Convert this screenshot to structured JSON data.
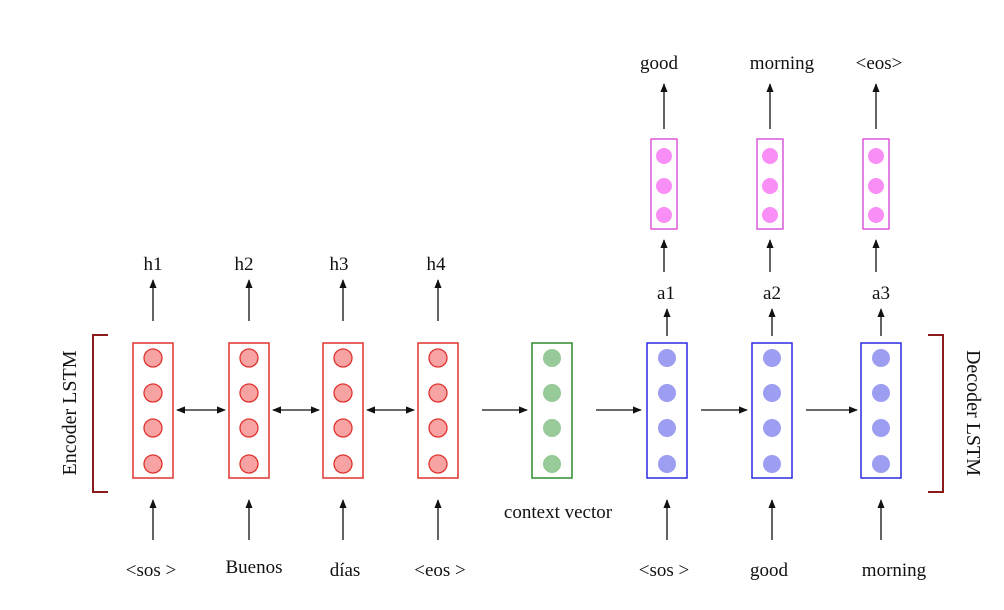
{
  "colors": {
    "encoder_stroke": "#e0332e",
    "encoder_fill": "#f8a3a3",
    "context_stroke": "#2e8b2e",
    "context_fill": "#98c998",
    "decoder_stroke": "#2a2ae0",
    "decoder_fill": "#9d9df2",
    "output_stroke": "#d63fd6",
    "output_fill": "#f98ef7",
    "bracket": "#8b1a1a",
    "text": "#111111"
  },
  "encoder": {
    "label": "Encoder LSTM",
    "inputs": [
      "<sos >",
      "Buenos",
      "días",
      "<eos >"
    ],
    "hidden": [
      "h1",
      "h2",
      "h3",
      "h4"
    ]
  },
  "context": {
    "label": "context vector"
  },
  "decoder": {
    "label": "Decoder LSTM",
    "inputs": [
      "<sos >",
      "good",
      "morning"
    ],
    "hidden": [
      "a1",
      "a2",
      "a3"
    ],
    "outputs": [
      "good",
      "morning",
      "<eos>"
    ]
  }
}
